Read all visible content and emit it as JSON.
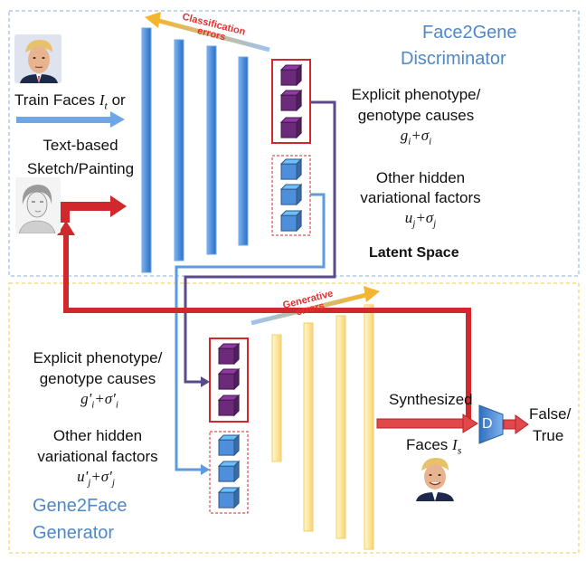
{
  "discriminator": {
    "title_line1": "Face2Gene",
    "title_line2": "Discriminator",
    "input_label_text": "Train Faces ",
    "input_label_sym": "I",
    "input_label_sub": "t",
    "input_label_suffix": " or",
    "sketch_label_line1": "Text-based",
    "sketch_label_line2": "Sketch/Painting",
    "error_label_line1": "Classification",
    "error_label_line2": "errors",
    "explicit_line1": "Explicit phenotype/",
    "explicit_line2": "genotype causes",
    "explicit_math_g": "g",
    "explicit_math_sub": "i",
    "explicit_math_rest": "+σ",
    "explicit_math_sub2": "i",
    "hidden_line1": "Other hidden",
    "hidden_line2": "variational factors",
    "hidden_math_u": "u",
    "hidden_math_sub": "j",
    "hidden_math_rest": "+σ",
    "hidden_math_sub2": "j",
    "latent_label": "Latent Space"
  },
  "generator": {
    "title_line1": "Gene2Face",
    "title_line2": "Generator",
    "error_label_line1": "Generative",
    "error_label_line2": "errors",
    "explicit_line1": "Explicit phenotype/",
    "explicit_line2": "genotype causes",
    "explicit_math_g": "g'",
    "explicit_math_sub": "i",
    "explicit_math_rest": "+σ'",
    "explicit_math_sub2": "i",
    "hidden_line1": "Other hidden",
    "hidden_line2": "variational factors",
    "hidden_math_u": "u'",
    "hidden_math_sub": "j",
    "hidden_math_rest": "+σ'",
    "hidden_math_sub2": "j",
    "synth_label": "Synthesized",
    "faces_label_text": "Faces ",
    "faces_label_sym": "I",
    "faces_label_sub": "s",
    "d_label": "D",
    "output_line1": "False/",
    "output_line2": "True"
  },
  "colors": {
    "disc_border": "#8aaed8",
    "gen_border": "#f2c84b",
    "blue_bar": "#5b9be0",
    "yellow_bar": "#fde9a8",
    "red": "#d0282c",
    "purple": "#6b2a7a",
    "cube_blue": "#4e8fdc"
  }
}
